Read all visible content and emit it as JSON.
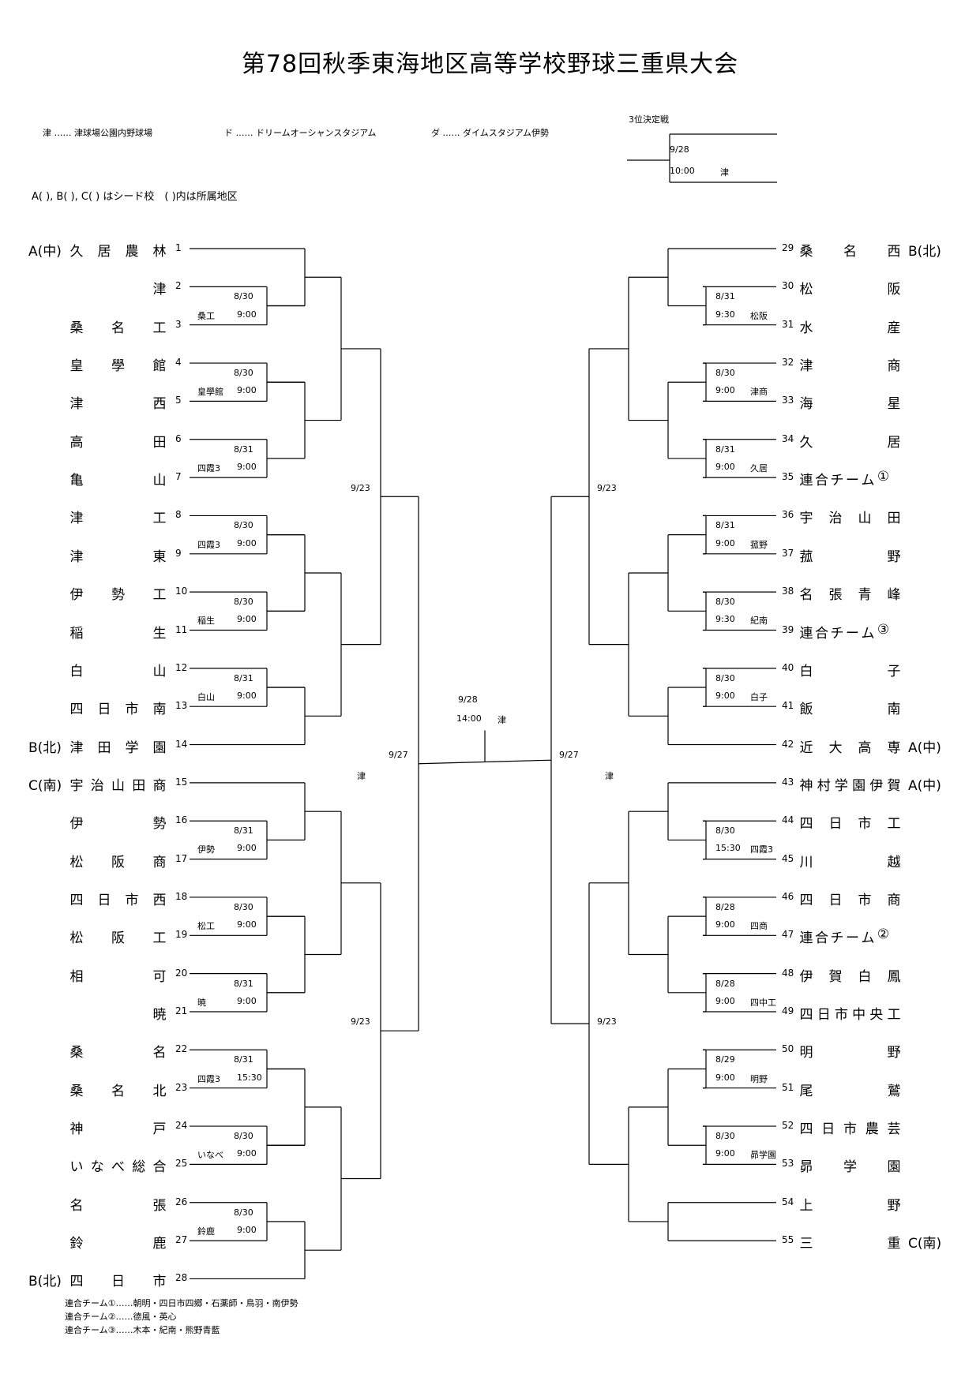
{
  "title": "第78回秋季東海地区高等学校野球三重県大会",
  "legend": {
    "venues": [
      "津 …… 津球場公園内野球場",
      "ド …… ドリームオーシャンスタジアム",
      "ダ …… ダイムスタジアム伊勢"
    ],
    "seed_note": "A( ), B( ), C( ) はシード校　( )内は所属地区"
  },
  "third_place": {
    "label": "3位決定戦",
    "date": "9/28",
    "time": "10:00",
    "venue": "津"
  },
  "final": {
    "date": "9/28",
    "time": "14:00",
    "venue": "津"
  },
  "semis": {
    "left": "9/27",
    "right": "9/27",
    "left_venue": "津",
    "right_venue": "津"
  },
  "quarters": {
    "l1": "9/23",
    "l2": "9/23",
    "r1": "9/23",
    "r2": "9/23"
  },
  "left_teams": [
    {
      "n": "1",
      "name": "久居農林",
      "seed": "A(中)"
    },
    {
      "n": "2",
      "name": "津",
      "seed": ""
    },
    {
      "n": "3",
      "name": "桑名工",
      "seed": ""
    },
    {
      "n": "4",
      "name": "皇學館",
      "seed": ""
    },
    {
      "n": "5",
      "name": "津西",
      "seed": ""
    },
    {
      "n": "6",
      "name": "高田",
      "seed": ""
    },
    {
      "n": "7",
      "name": "亀山",
      "seed": ""
    },
    {
      "n": "8",
      "name": "津工",
      "seed": ""
    },
    {
      "n": "9",
      "name": "津東",
      "seed": ""
    },
    {
      "n": "10",
      "name": "伊勢工",
      "seed": ""
    },
    {
      "n": "11",
      "name": "稲生",
      "seed": ""
    },
    {
      "n": "12",
      "name": "白山",
      "seed": ""
    },
    {
      "n": "13",
      "name": "四日市南",
      "seed": ""
    },
    {
      "n": "14",
      "name": "津田学園",
      "seed": "B(北)"
    },
    {
      "n": "15",
      "name": "宇治山田商",
      "seed": "C(南)"
    },
    {
      "n": "16",
      "name": "伊勢",
      "seed": ""
    },
    {
      "n": "17",
      "name": "松阪商",
      "seed": ""
    },
    {
      "n": "18",
      "name": "四日市西",
      "seed": ""
    },
    {
      "n": "19",
      "name": "松阪工",
      "seed": ""
    },
    {
      "n": "20",
      "name": "相可",
      "seed": ""
    },
    {
      "n": "21",
      "name": "暁",
      "seed": ""
    },
    {
      "n": "22",
      "name": "桑名",
      "seed": ""
    },
    {
      "n": "23",
      "name": "桑名北",
      "seed": ""
    },
    {
      "n": "24",
      "name": "神戸",
      "seed": ""
    },
    {
      "n": "25",
      "name": "いなべ総合",
      "seed": ""
    },
    {
      "n": "26",
      "name": "名張",
      "seed": ""
    },
    {
      "n": "27",
      "name": "鈴鹿",
      "seed": ""
    },
    {
      "n": "28",
      "name": "四日市",
      "seed": "B(北)"
    }
  ],
  "right_teams": [
    {
      "n": "29",
      "name": "桑名西",
      "seed": "B(北)"
    },
    {
      "n": "30",
      "name": "松阪",
      "seed": ""
    },
    {
      "n": "31",
      "name": "水産",
      "seed": ""
    },
    {
      "n": "32",
      "name": "津商",
      "seed": ""
    },
    {
      "n": "33",
      "name": "海星",
      "seed": ""
    },
    {
      "n": "34",
      "name": "久居",
      "seed": ""
    },
    {
      "n": "35",
      "name": "連合チーム①",
      "seed": ""
    },
    {
      "n": "36",
      "name": "宇治山田",
      "seed": ""
    },
    {
      "n": "37",
      "name": "菰野",
      "seed": ""
    },
    {
      "n": "38",
      "name": "名張青峰",
      "seed": ""
    },
    {
      "n": "39",
      "name": "連合チーム③",
      "seed": ""
    },
    {
      "n": "40",
      "name": "白子",
      "seed": ""
    },
    {
      "n": "41",
      "name": "飯南",
      "seed": ""
    },
    {
      "n": "42",
      "name": "近大高専",
      "seed": "A(中)"
    },
    {
      "n": "43",
      "name": "神村学園伊賀",
      "seed": "A(中)"
    },
    {
      "n": "44",
      "name": "四日市工",
      "seed": ""
    },
    {
      "n": "45",
      "name": "川越",
      "seed": ""
    },
    {
      "n": "46",
      "name": "四日市商",
      "seed": ""
    },
    {
      "n": "47",
      "name": "連合チーム②",
      "seed": ""
    },
    {
      "n": "48",
      "name": "伊賀白鳳",
      "seed": ""
    },
    {
      "n": "49",
      "name": "四日市中央工",
      "seed": ""
    },
    {
      "n": "50",
      "name": "明野",
      "seed": ""
    },
    {
      "n": "51",
      "name": "尾鷲",
      "seed": ""
    },
    {
      "n": "52",
      "name": "四日市農芸",
      "seed": ""
    },
    {
      "n": "53",
      "name": "昴学園",
      "seed": ""
    },
    {
      "n": "54",
      "name": "上野",
      "seed": ""
    },
    {
      "n": "55",
      "name": "三重",
      "seed": "C(南)"
    }
  ],
  "left_r1": [
    {
      "date": "8/30",
      "site": "桑工",
      "time": "9:00"
    },
    {
      "date": "8/30",
      "site": "皇學館",
      "time": "9:00"
    },
    {
      "date": "8/31",
      "site": "四霞3",
      "time": "9:00"
    },
    {
      "date": "8/30",
      "site": "四霞3",
      "time": "9:00"
    },
    {
      "date": "8/30",
      "site": "稲生",
      "time": "9:00"
    },
    {
      "date": "8/31",
      "site": "白山",
      "time": "9:00"
    },
    {
      "date": "8/31",
      "site": "伊勢",
      "time": "9:00"
    },
    {
      "date": "8/30",
      "site": "松工",
      "time": "9:00"
    },
    {
      "date": "8/31",
      "site": "暁",
      "time": "9:00"
    },
    {
      "date": "8/31",
      "site": "四霞3",
      "time": "15:30"
    },
    {
      "date": "8/30",
      "site": "いなべ",
      "time": "9:00"
    },
    {
      "date": "8/30",
      "site": "鈴鹿",
      "time": "9:00"
    }
  ],
  "right_r1": [
    {
      "date": "8/31",
      "time": "9:30",
      "site": "松阪"
    },
    {
      "date": "8/30",
      "time": "9:00",
      "site": "津商"
    },
    {
      "date": "8/31",
      "time": "9:00",
      "site": "久居"
    },
    {
      "date": "8/31",
      "time": "9:00",
      "site": "菰野"
    },
    {
      "date": "8/30",
      "time": "9:30",
      "site": "紀南"
    },
    {
      "date": "8/30",
      "time": "9:00",
      "site": "白子"
    },
    {
      "date": "8/30",
      "time": "15:30",
      "site": "四霞3"
    },
    {
      "date": "8/28",
      "time": "9:00",
      "site": "四商"
    },
    {
      "date": "8/28",
      "time": "9:00",
      "site": "四中工"
    },
    {
      "date": "8/29",
      "time": "9:00",
      "site": "明野"
    },
    {
      "date": "8/30",
      "time": "9:00",
      "site": "昴学園"
    }
  ],
  "footnotes": [
    "連合チーム①……朝明・四日市四郷・石薬師・鳥羽・南伊勢",
    "連合チーム②……德風・英心",
    "連合チーム③……木本・紀南・熊野青藍"
  ]
}
